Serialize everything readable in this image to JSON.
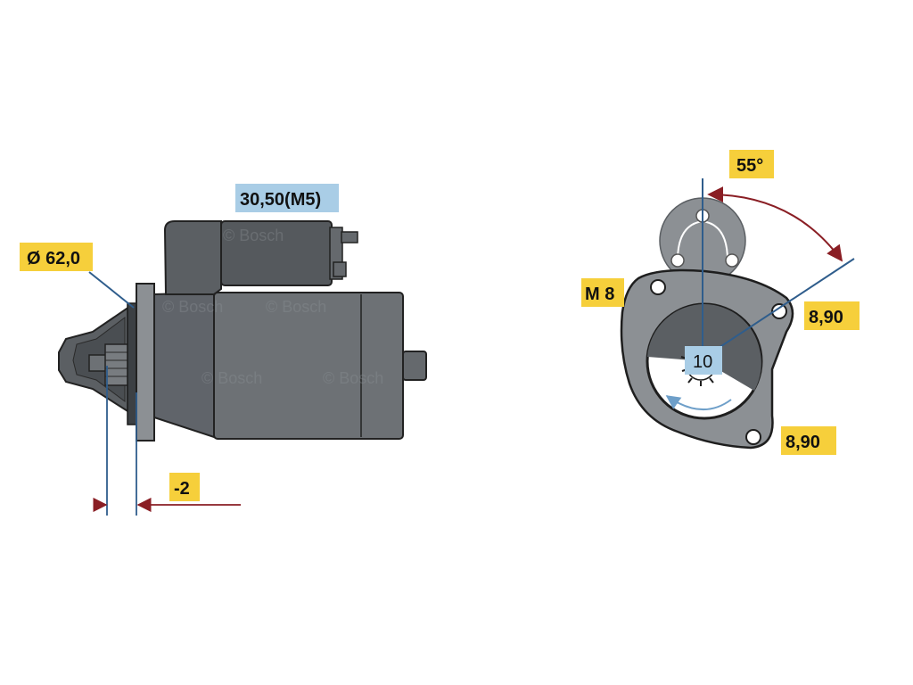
{
  "labels": {
    "diameter": "Ø 62,0",
    "terminal": "30,50(M5)",
    "offset": "-2",
    "angle": "55°",
    "thread": "M 8",
    "hole_upper": "8,90",
    "hole_lower": "8,90",
    "teeth": "10"
  },
  "watermark": "© Bosch",
  "colors": {
    "label_yellow": "#f6cf3b",
    "label_blue": "#a9cde6",
    "housing_dark": "#5b5f63",
    "housing_mid": "#6d7175",
    "flange_light": "#8c9094",
    "dimension_blue": "#2f5d8c",
    "dimension_red": "#8a1e24"
  }
}
